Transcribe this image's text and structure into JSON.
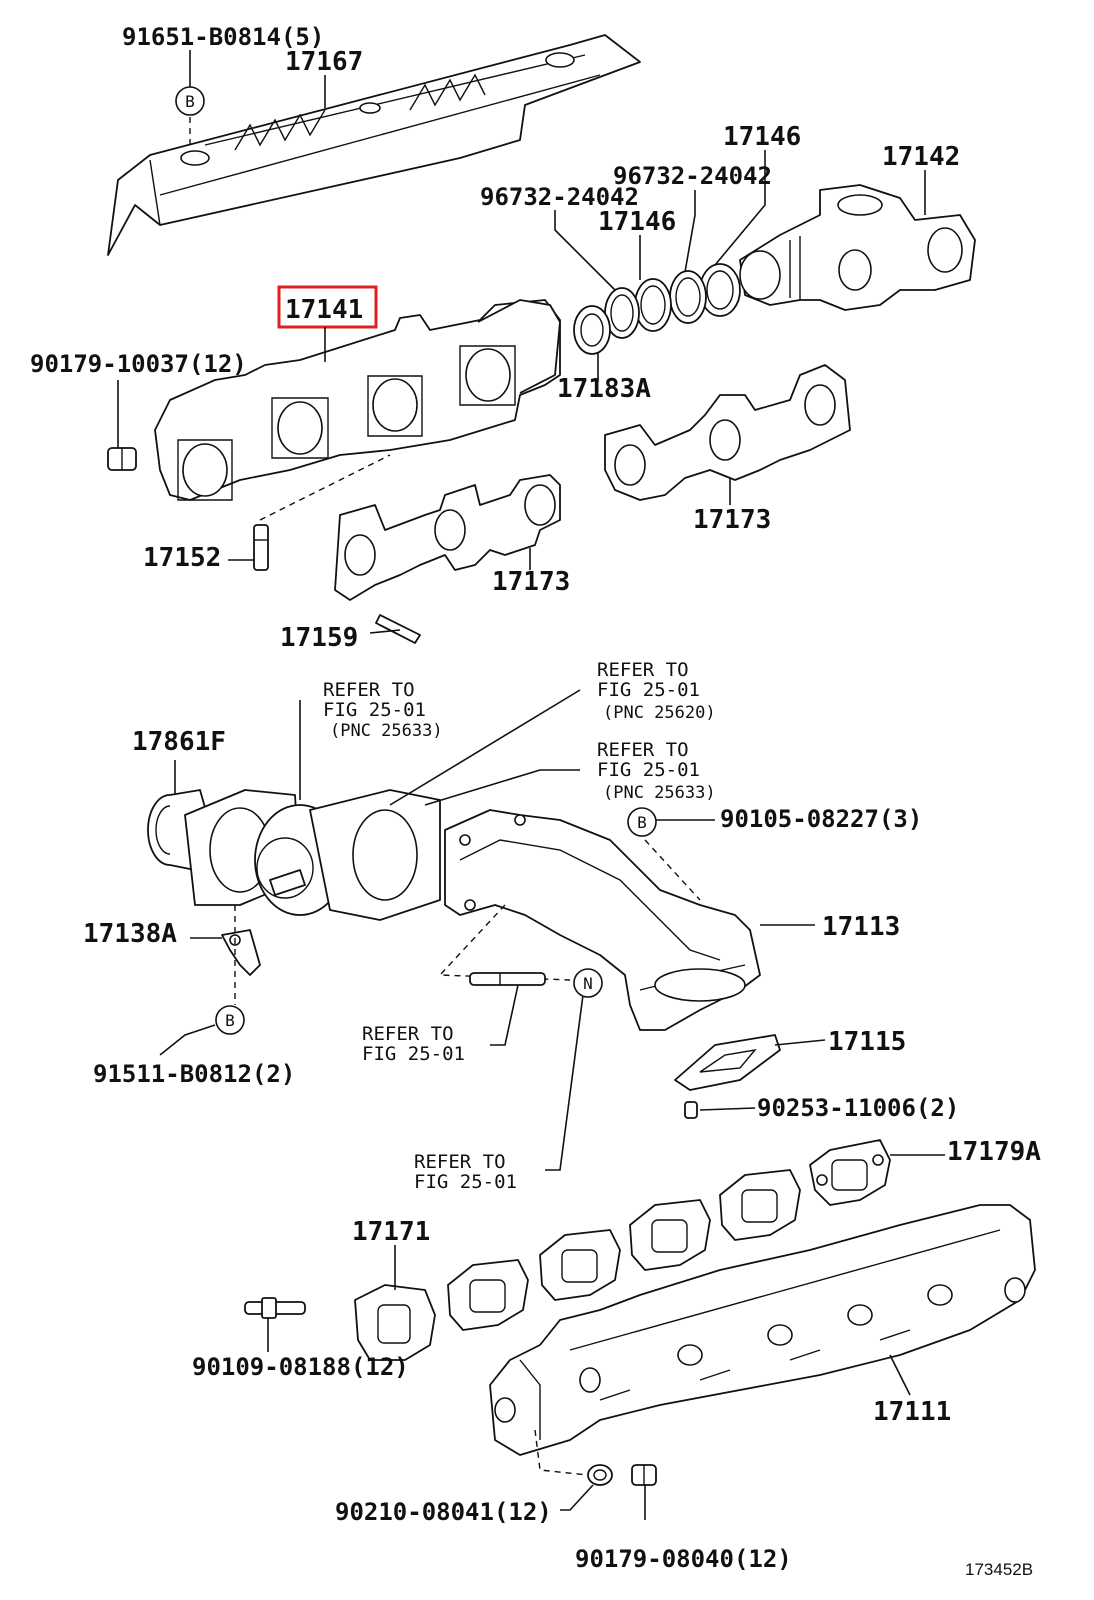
{
  "labels": {
    "p91651": "91651-B0814(5)",
    "p17167": "17167",
    "p17146a": "17146",
    "p17142": "17142",
    "p96732a": "96732-24042",
    "p96732b": "96732-24042",
    "p17146b": "17146",
    "p17141": "17141",
    "p90179a": "90179-10037(12)",
    "p17183A": "17183A",
    "p17173a": "17173",
    "p17152": "17152",
    "p17173b": "17173",
    "p17159": "17159",
    "p17861F": "17861F",
    "p17138A": "17138A",
    "p90105": "90105-08227(3)",
    "p17113": "17113",
    "p91511": "91511-B0812(2)",
    "p17115": "17115",
    "p90253": "90253-11006(2)",
    "p17179A": "17179A",
    "p17171": "17171",
    "p90109": "90109-08188(12)",
    "p17111": "17111",
    "p90210": "90210-08041(12)",
    "p90179b": "90179-08040(12)",
    "diagram_id": "173452B"
  },
  "refs": {
    "r1_line1": "REFER TO",
    "r1_line2": "FIG 25-01",
    "r1_line3": "(PNC 25633)",
    "r2_line1": "REFER TO",
    "r2_line2": "FIG 25-01",
    "r2_line3": "(PNC 25620)",
    "r3_line1": "REFER TO",
    "r3_line2": "FIG 25-01",
    "r3_line3": "(PNC 25633)",
    "r4_line1": "REFER TO",
    "r4_line2": "FIG 25-01",
    "r5_line1": "REFER TO",
    "r5_line2": "FIG 25-01"
  },
  "callouts": {
    "b1": "B",
    "b2": "B",
    "b3": "B",
    "n1": "N"
  },
  "colors": {
    "highlight": "#e02020",
    "ink": "#111111",
    "background": "#ffffff"
  }
}
